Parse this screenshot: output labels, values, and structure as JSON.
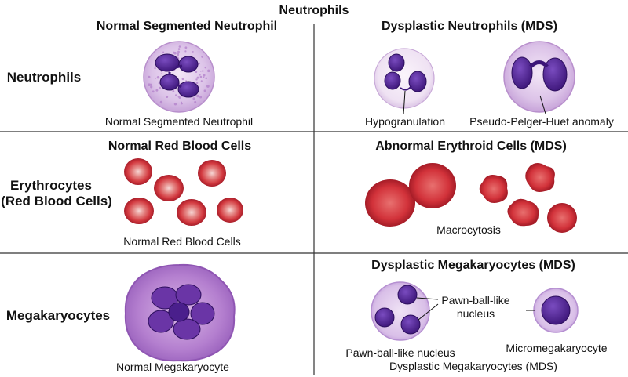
{
  "title": "Neutrophils",
  "rows": [
    {
      "label": "Neutrophils"
    },
    {
      "label_line1": "Erythrocytes",
      "label_line2": "(Red Blood Cells)"
    },
    {
      "label": "Megakaryocytes"
    }
  ],
  "neutrophils": {
    "normal_heading": "Normal Segmented Neutrophil",
    "normal_caption": "Normal Segmented Neutrophil",
    "dysplastic_heading": "Dysplastic Neutrophils (MDS)",
    "hypogranulation_label": "Hypogranulation",
    "pelger_label": "Pseudo-Pelger-Huet anomaly"
  },
  "erythrocytes": {
    "normal_heading": "Normal Red Blood Cells",
    "normal_caption": "Normal Red Blood Cells",
    "abnormal_heading": "Abnormal Erythroid Cells (MDS)",
    "macrocytosis_label": "Macrocytosis"
  },
  "megakaryocytes": {
    "normal_caption": "Normal Megakaryocyte",
    "dysplastic_heading": "Dysplastic Megakaryocytes (MDS)",
    "pawn_callout_line1": "Pawn-ball-like",
    "pawn_callout_line2": "nucleus",
    "pawn_caption": "Pawn-ball-like nucleus",
    "micro_caption": "Micromegakaryocyte",
    "dysplastic_caption": "Dysplastic Megakaryocytes (MDS)"
  },
  "colors": {
    "nucleus": "#4a1f8c",
    "neutrophil_cytoplasm": "#dcc3e8",
    "rbc": "#d33a40",
    "megakaryocyte_cytoplasm": "#b47fcf",
    "divider": "#333333"
  }
}
